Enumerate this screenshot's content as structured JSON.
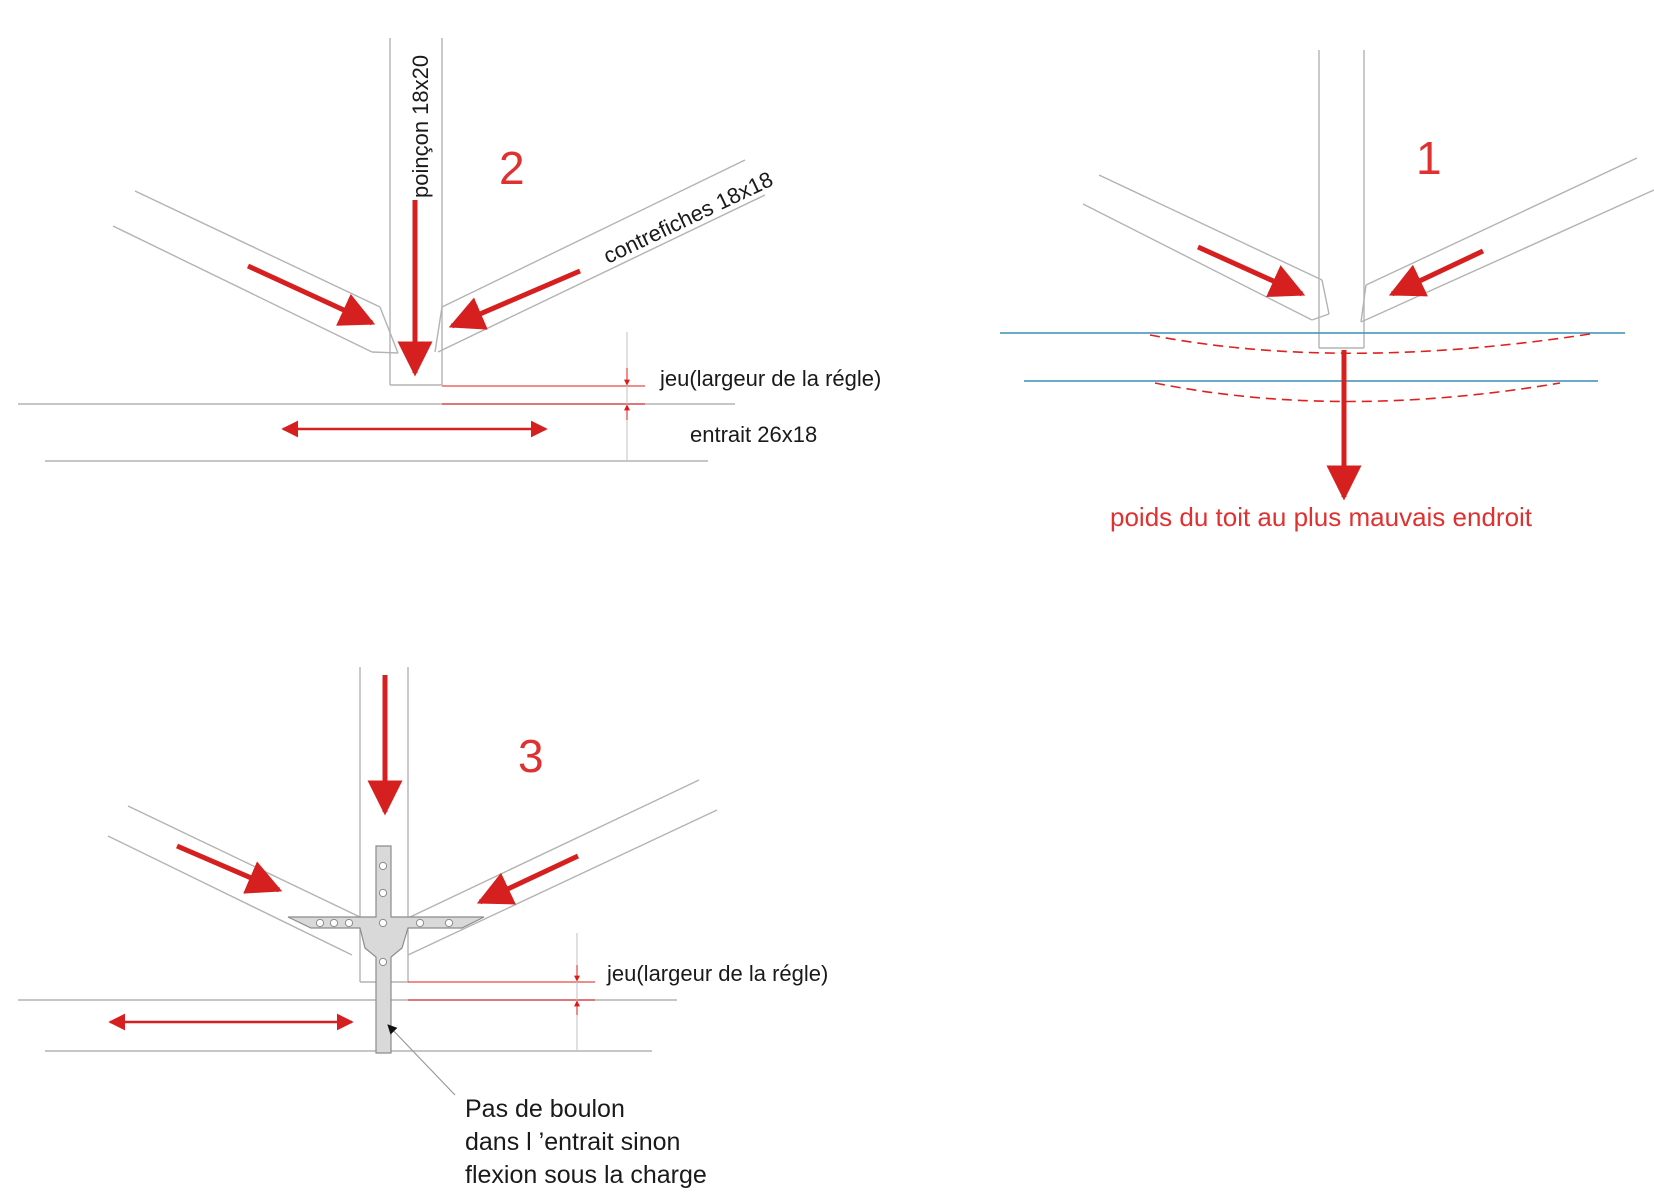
{
  "diagram2": {
    "number": "2",
    "king_post_label": "poinçon 18x20",
    "strut_label": "contrefiches 18x18",
    "gap_label": "jeu(largeur de la régle)",
    "tie_beam_label": "entrait 26x18"
  },
  "diagram1": {
    "number": "1",
    "load_label": "poids du toit au plus mauvais endroit"
  },
  "diagram3": {
    "number": "3",
    "gap_label": "jeu(largeur de la régle)",
    "note_lines": [
      "Pas de boulon",
      "dans l ’entrait sinon",
      "flexion sous la charge"
    ]
  },
  "colors": {
    "arrow": "#d62020",
    "label_red": "#e03131",
    "beam_outline": "#b3b3b3",
    "deflection_line": "#3b8fb5",
    "plate": "#d9d9d9"
  }
}
